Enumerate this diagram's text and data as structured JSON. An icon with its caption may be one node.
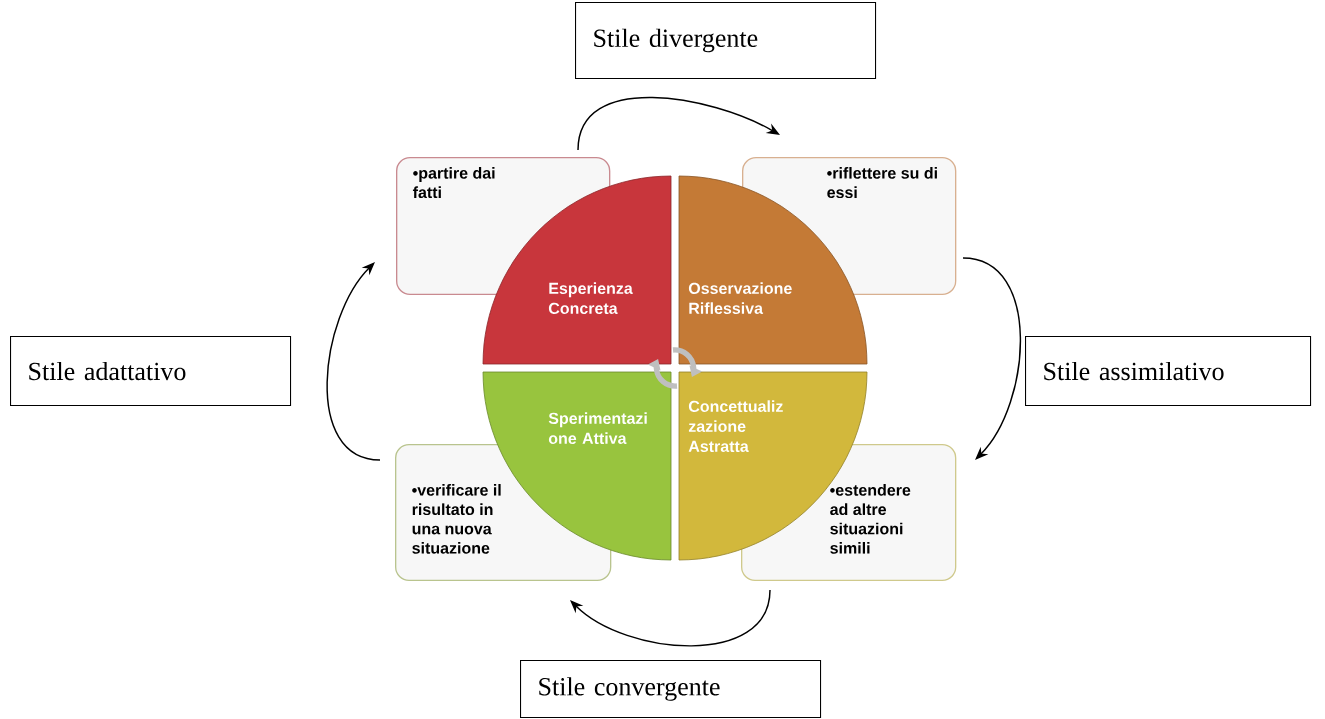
{
  "diagram": {
    "nodes": [
      {
        "text": [
          "Stile divergente"
        ]
      },
      {
        "text": [
          "Stile adattativo"
        ]
      },
      {
        "text": [
          "Stile assimilativo"
        ]
      },
      {
        "text": [
          "Stile convergente"
        ]
      },
      {
        "text": [
          "•partire dai fatti"
        ]
      },
      {
        "text": [
          "•riflettere su di essi"
        ]
      },
      {
        "text": [
          "•verificare il risultato in una nuova situazione"
        ]
      },
      {
        "text": [
          "•estendere ad altre situazioni simili"
        ]
      },
      {
        "text": [
          "Esperienza Concreta"
        ]
      },
      {
        "text": [
          "Osservazione Riflessiva"
        ]
      },
      {
        "text": [
          "Sperimentazi one Attiva"
        ]
      },
      {
        "text": [
          "Concettualiz zazione Astratta"
        ]
      }
    ],
    "edges": [
      {
        "from": 4,
        "to": 5,
        "arrow": "to"
      },
      {
        "from": 5,
        "to": 7,
        "arrow": "to"
      },
      {
        "from": 7,
        "to": 6,
        "arrow": "to"
      },
      {
        "from": 6,
        "to": 4,
        "arrow": "to"
      }
    ]
  }
}
